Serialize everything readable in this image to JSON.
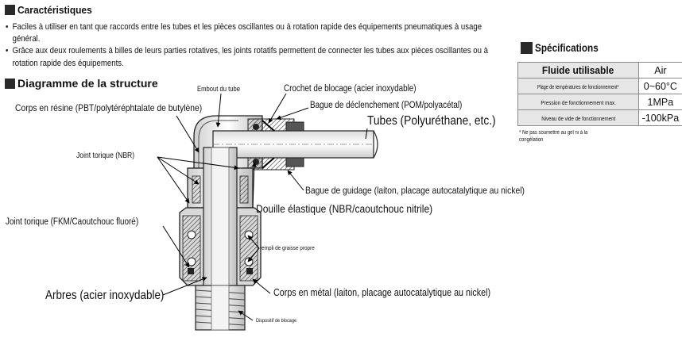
{
  "caracteristiques": {
    "title": "Caractéristiques",
    "bullets": [
      "Faciles à utiliser en tant que raccords entre les tubes et les pièces oscillantes ou à rotation rapide des équipements pneumatiques à usage général.",
      "Grâce aux deux roulements à billes de leurs parties rotatives, les joints rotatifs permettent de connecter les tubes aux pièces oscillantes ou à rotation rapide des équipements."
    ]
  },
  "diagram": {
    "title": "Diagramme de la structure",
    "labels": {
      "embout": "Embout du tube",
      "crochet": "Crochet de blocage (acier inoxydable)",
      "corps_resine": "Corps en résine (PBT/polytéréphtalate de butylène)",
      "bague_declenchement": "Bague de déclenchement (POM/polyacétal)",
      "tubes": "Tubes (Polyuréthane, etc.)",
      "joint_nbr": "Joint torique (NBR)",
      "bague_guidage": "Bague de guidage (laiton, placage autocatalytique au nickel)",
      "douille": "Douille élastique (NBR/caoutchouc nitrile)",
      "joint_fkm": "Joint torique (FKM/Caoutchouc fluoré)",
      "graisse": "rempli de graisse propre",
      "arbres": "Arbres (acier inoxydable)",
      "corps_metal": "Corps en métal (laiton, placage autocatalytique au nickel)",
      "dispositif": "Dispositif de blocage"
    }
  },
  "specifications": {
    "title": "Spécifications",
    "rows": [
      {
        "key": "Fluide utilisable",
        "value": "Air"
      },
      {
        "key": "Plage de températures de fonctionnement*",
        "value": "0~60°C"
      },
      {
        "key": "Pression de fonctionnement max.",
        "value": "1MPa"
      },
      {
        "key": "Niveau de vide de fonctionnement",
        "value": "-100kPa"
      }
    ],
    "note": "* Ne pas soumettre au gel ni à la congélation"
  }
}
